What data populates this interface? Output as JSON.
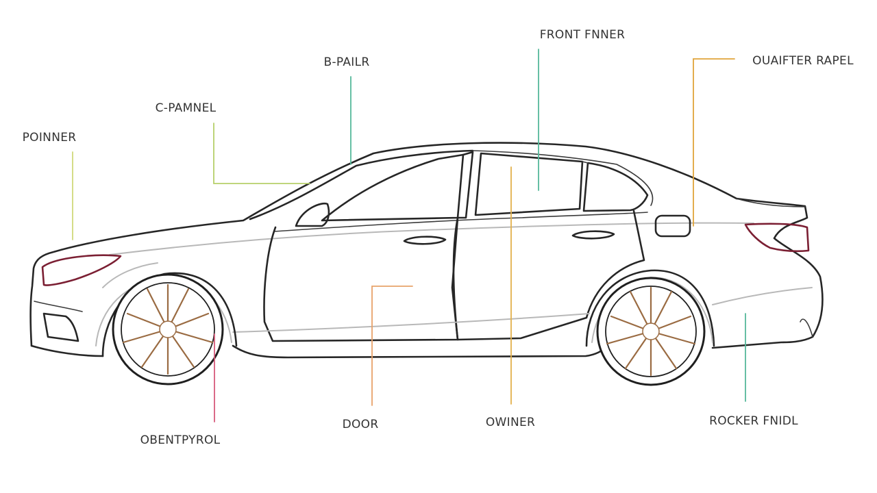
{
  "diagram": {
    "labels": [
      {
        "id": "front-fender",
        "text": "FRONT FNNER",
        "color": "#55b89a"
      },
      {
        "id": "b-pillar",
        "text": "B-PAILR",
        "color": "#55b89a"
      },
      {
        "id": "quarter-panel",
        "text": "OUAIFTER RAPEL",
        "color": "#e0a43a"
      },
      {
        "id": "c-pillar",
        "text": "C-PAMNEL",
        "color": "#b6cf6a"
      },
      {
        "id": "pointer",
        "text": "POINNER",
        "color": "#cfd97a"
      },
      {
        "id": "door",
        "text": "DOOR",
        "color": "#e8a26a"
      },
      {
        "id": "owner",
        "text": "OWINER",
        "color": "#e3b04b"
      },
      {
        "id": "rocker-panel",
        "text": "ROCKER FNIDL",
        "color": "#55b89a"
      },
      {
        "id": "obentpyrol",
        "text": "OBENTPYROL",
        "color": "#d65a7a"
      }
    ]
  }
}
